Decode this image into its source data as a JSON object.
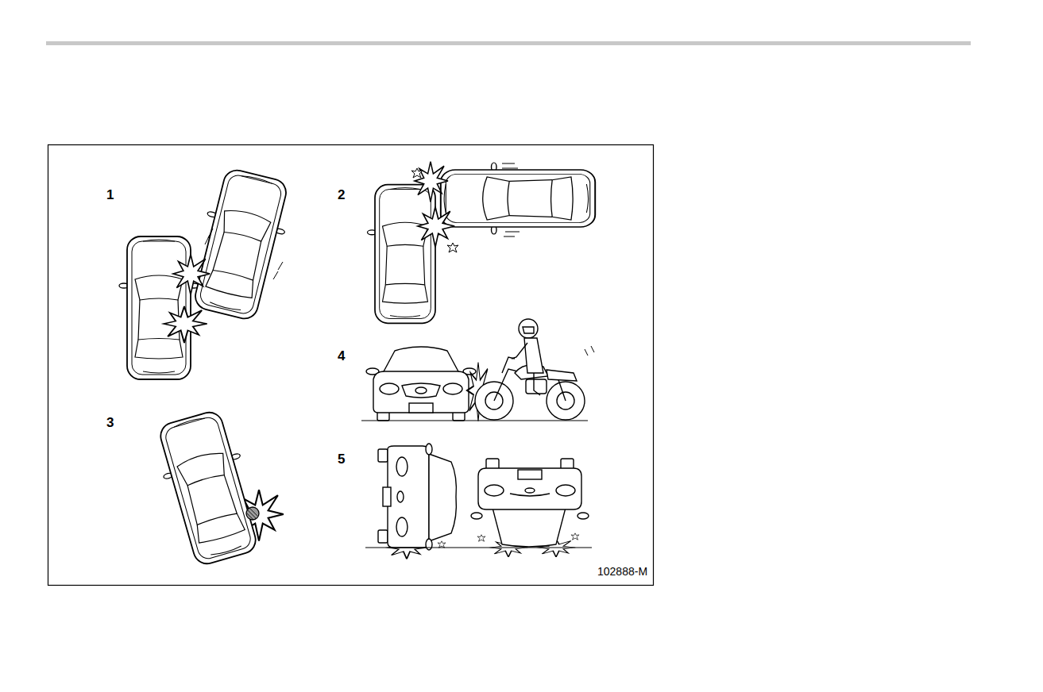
{
  "diagram": {
    "labels": [
      "1",
      "2",
      "3",
      "4",
      "5",
      "102888-M"
    ]
  }
}
